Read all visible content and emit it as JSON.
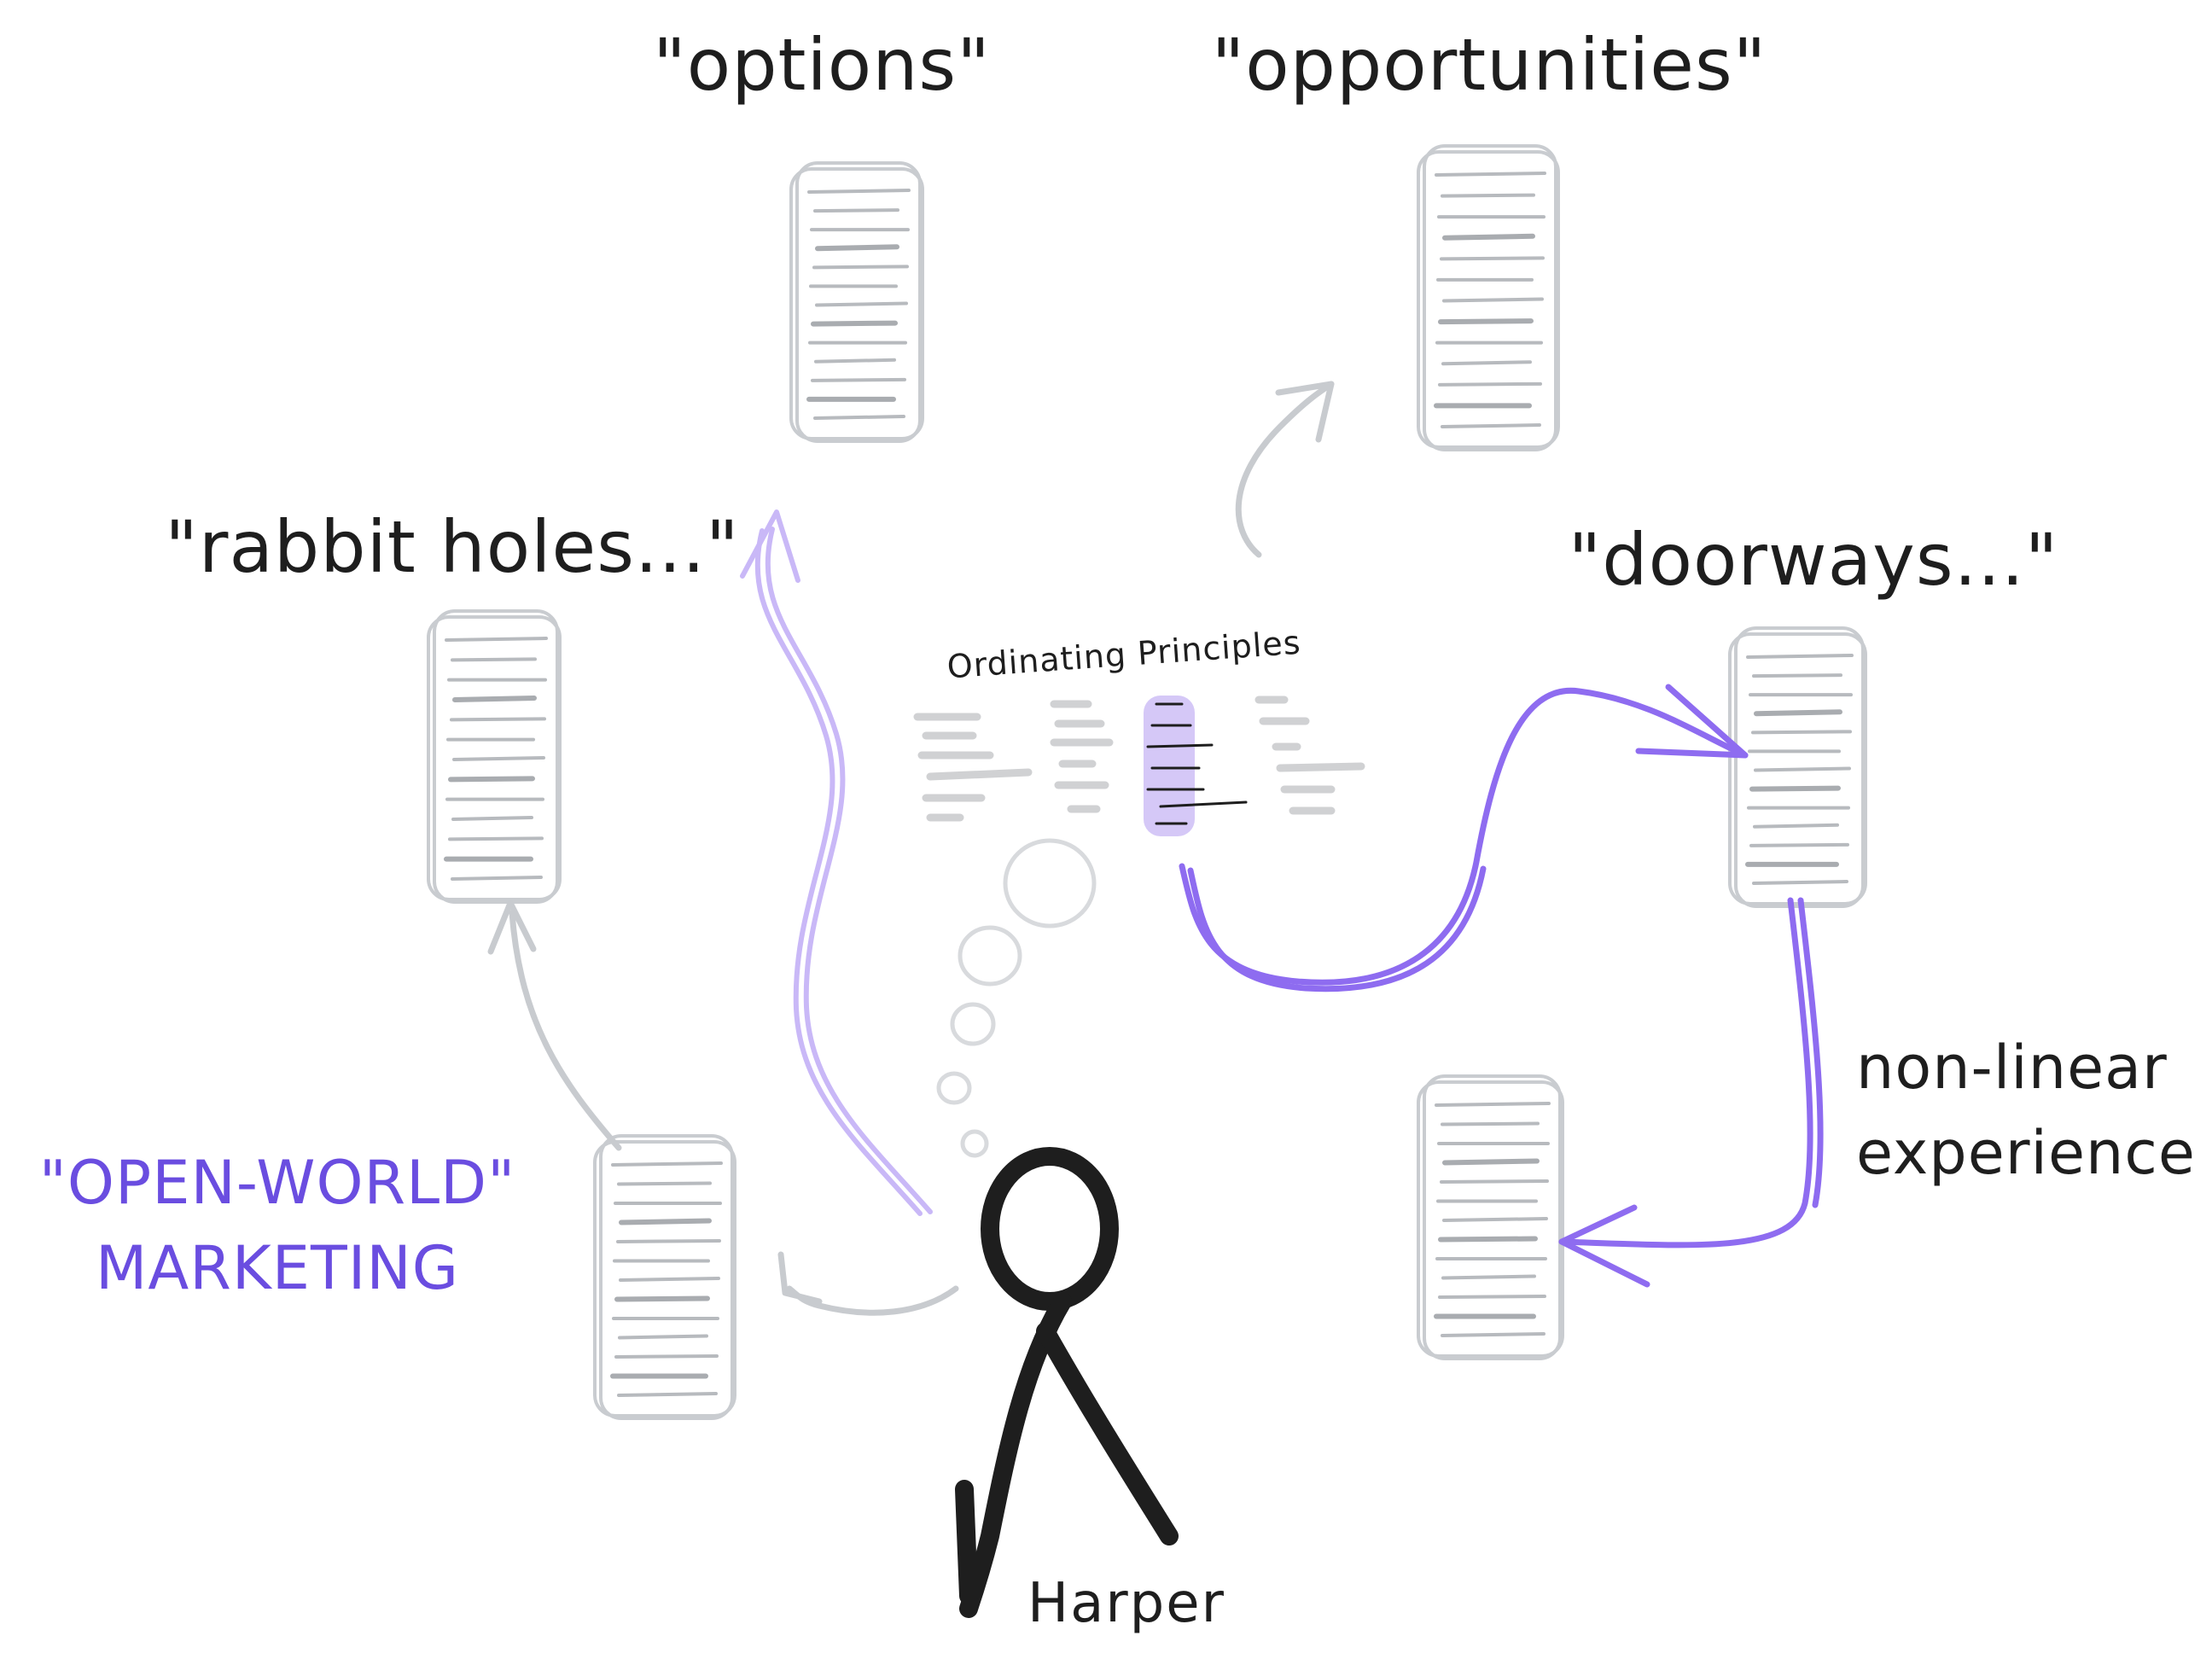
{
  "labels": {
    "options": "\"options\"",
    "opportunities": "\"opportunities\"",
    "rabbit_holes": "\"rabbit holes...\"",
    "doorways": "\"doorways...\"",
    "ordinating_principles": "Ordinating Principles",
    "open_world_line1": "\"OPEN-WORLD\"",
    "open_world_line2": "MARKETING",
    "non_linear_line1": "non-linear",
    "non_linear_line2": "experience",
    "person_name": "Harper"
  },
  "colors": {
    "accent": "#6a4de0",
    "accent_arrow": "#8e6cf0",
    "light_accent": "#c9b8f7",
    "card_gray": "#c9ccd0",
    "ink": "#1e1e1e"
  },
  "icons": {
    "person": "stick-figure-icon",
    "thought": "thought-bubble-icon",
    "card": "document-card-icon"
  }
}
